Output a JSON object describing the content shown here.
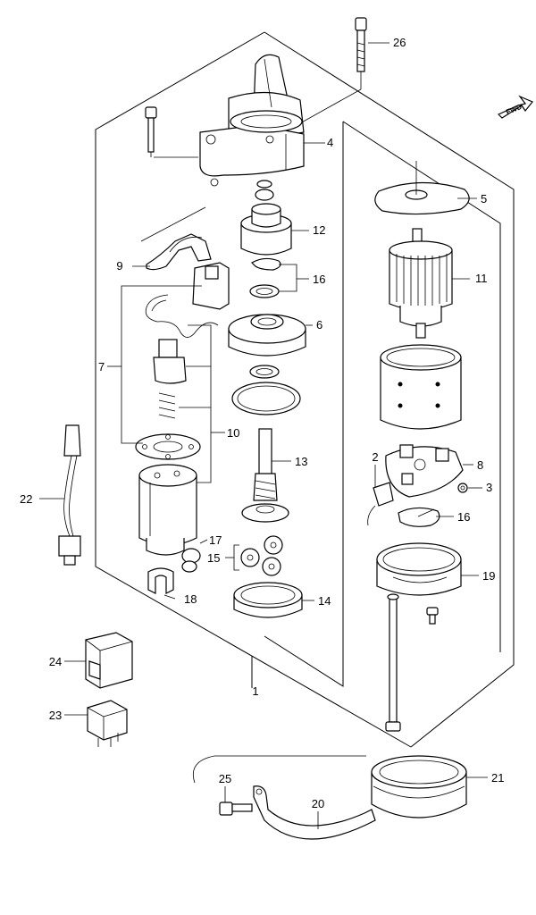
{
  "direction_badge": "FWD",
  "callouts": {
    "c1": "1",
    "c2": "2",
    "c3": "3",
    "c4": "4",
    "c5": "5",
    "c6": "6",
    "c7": "7",
    "c8": "8",
    "c9": "9",
    "c10": "10",
    "c11": "11",
    "c12": "12",
    "c13": "13",
    "c14": "14",
    "c15": "15",
    "c16": "16",
    "c16b": "16",
    "c17": "17",
    "c18": "18",
    "c19": "19",
    "c20": "20",
    "c21": "21",
    "c22": "22",
    "c23": "23",
    "c24": "24",
    "c25": "25",
    "c26": "26"
  }
}
